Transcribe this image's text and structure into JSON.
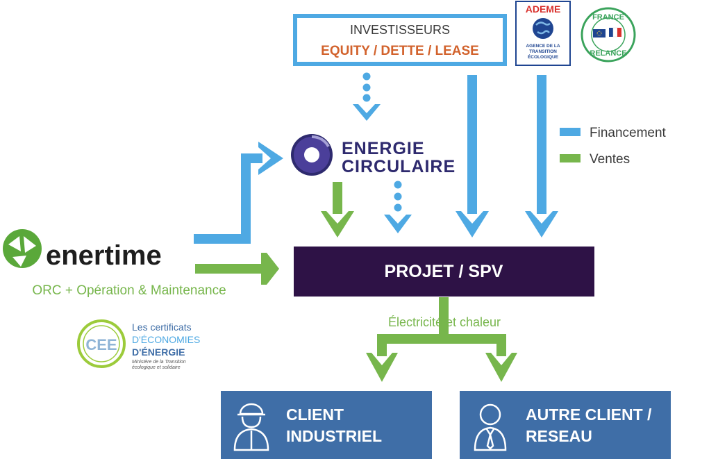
{
  "colors": {
    "financing": "#4ea9e3",
    "sales": "#77b64c",
    "spv": "#2e1246",
    "client": "#3f6ea7",
    "equity": "#d2622c",
    "ademe_red": "#d9302c",
    "ademe_blue": "#1f4591"
  },
  "investors": {
    "title": "INVESTISSEURS",
    "subtitle": "EQUITY / DETTE / LEASE"
  },
  "logos": {
    "ademe": {
      "name": "ADEME",
      "tagline_1": "AGENCE DE LA",
      "tagline_2": "TRANSITION",
      "tagline_3": "ÉCOLOGIQUE"
    },
    "france_relance": {
      "top": "FRANCE",
      "bottom": "RELANCE"
    },
    "energie_circulaire": {
      "line1": "ENERGIE",
      "line2": "CIRCULAIRE"
    },
    "enertime": {
      "name": "enertime"
    },
    "cee": {
      "badge": "CEE",
      "line1": "Les certificats",
      "line2": "D'ÉCONOMIES",
      "line3": "D'ÉNERGIE",
      "line4": "Ministère de la Transition",
      "line5": "écologique et solidaire"
    }
  },
  "legend": {
    "financing": "Financement",
    "sales": "Ventes"
  },
  "enertime_caption": "ORC + Opération & Maintenance",
  "spv": {
    "label": "PROJET / SPV"
  },
  "output_label": "Électricité et chaleur",
  "clients": [
    {
      "line1": "CLIENT",
      "line2": "INDUSTRIEL"
    },
    {
      "line1": "AUTRE CLIENT /",
      "line2": "RESEAU"
    }
  ]
}
